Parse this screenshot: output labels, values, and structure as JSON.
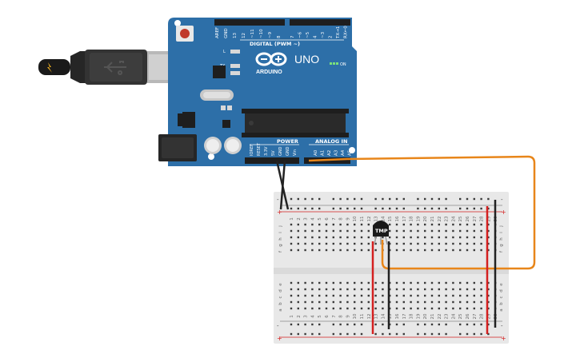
{
  "board": {
    "uno_label": "UNO",
    "brand": "ARDUINO",
    "digital_header": "DIGITAL (PWM ~)",
    "on_label": "ON",
    "power_label": "POWER",
    "analog_label": "ANALOG IN",
    "led_labels": [
      "L",
      "TX",
      "RX"
    ],
    "reset_label": "RESET",
    "digital_pins": [
      "AREF",
      "GND",
      "13",
      "12",
      "~11",
      "~10",
      "~9",
      "8",
      "7",
      "~6",
      "~5",
      "4",
      "~3",
      "2",
      "TX→1",
      "RX←0"
    ],
    "power_pins": [
      "IOREF",
      "RESET",
      "3.3V",
      "5V",
      "GND",
      "GND",
      "Vin"
    ],
    "analog_pins": [
      "A0",
      "A1",
      "A2",
      "A3",
      "A4",
      "A5"
    ]
  },
  "sensor": {
    "label": "TMP"
  },
  "breadboard": {
    "rows_top": [
      "j",
      "i",
      "h",
      "g",
      "f"
    ],
    "rows_bottom": [
      "e",
      "d",
      "c",
      "b",
      "a"
    ],
    "rail_plus": "+",
    "rail_minus": "-",
    "column_labels": [
      "1",
      "2",
      "3",
      "4",
      "5",
      "6",
      "7",
      "8",
      "9",
      "10",
      "11",
      "12",
      "13",
      "14",
      "15",
      "16",
      "17",
      "18",
      "19",
      "20",
      "21",
      "22",
      "23",
      "24",
      "25",
      "26",
      "27",
      "28",
      "29",
      "30"
    ]
  },
  "colors": {
    "board": "#2d6fa8",
    "breadboard": "#e8e8e8",
    "wire_orange": "#e8861a",
    "wire_red": "#d42020",
    "wire_black": "#222222"
  }
}
